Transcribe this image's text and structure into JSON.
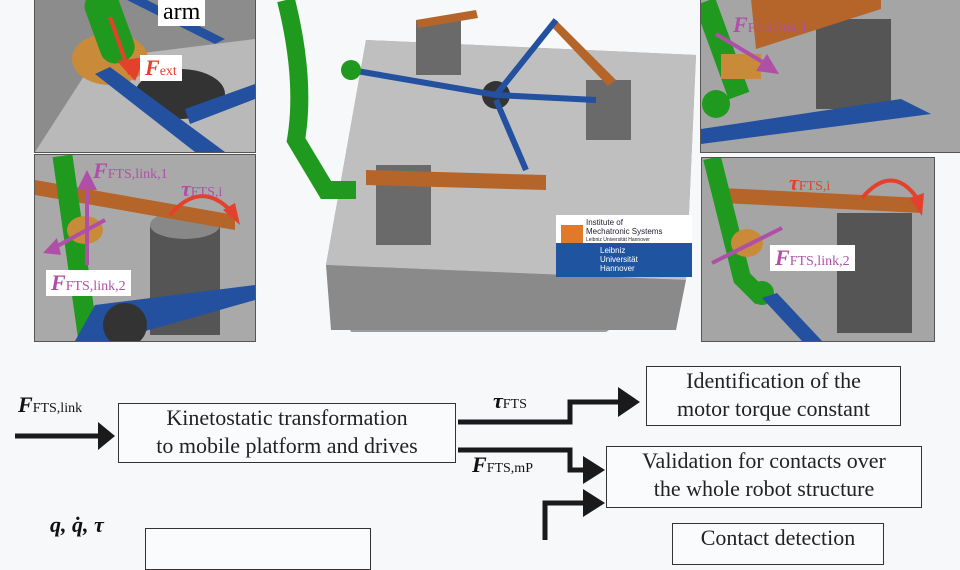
{
  "panels": {
    "top_left": {
      "label_arm": "arm",
      "force_ext": "F",
      "force_ext_sub": "ext"
    },
    "mid_left": {
      "f_link1": "F",
      "f_link1_sub": "FTS,link,1",
      "tau": "τ",
      "tau_sub": "FTS,i",
      "f_link2": "F",
      "f_link2_sub": "FTS,link,2"
    },
    "top_right": {
      "f_link1": "F",
      "f_link1_sub": "FTS,link,1"
    },
    "mid_right": {
      "tau": "τ",
      "tau_sub": "FTS,i",
      "f_link2": "F",
      "f_link2_sub": "FTS,link,2"
    },
    "center": {
      "logo_line1": "Institute of",
      "logo_line2": "Mechatronic Systems",
      "logo_line3": "Leibniz Universität Hannover",
      "uni1": "Leibniz",
      "uni2": "Universität",
      "uni3": "Hannover"
    }
  },
  "diagram": {
    "input_f": "F",
    "input_f_sub": "FTS,link",
    "box_kinetostatic": [
      "Kinetostatic transformation",
      "to mobile platform and drives"
    ],
    "tau_out": "τ",
    "tau_out_sub": "FTS",
    "f_mp": "F",
    "f_mp_sub": "FTS,mP",
    "box_identification": [
      "Identification of the",
      "motor torque constant"
    ],
    "box_validation": [
      "Validation for contacts over",
      "the whole robot structure"
    ],
    "input_q": "q, q̇, τ",
    "box_contact": "Contact detection"
  },
  "colors": {
    "force_pink": "#b04fa8",
    "force_red": "#e3412c",
    "robot_green": "#1f9a1f",
    "link_blue": "#2450a0",
    "link_orange": "#c8702a"
  }
}
